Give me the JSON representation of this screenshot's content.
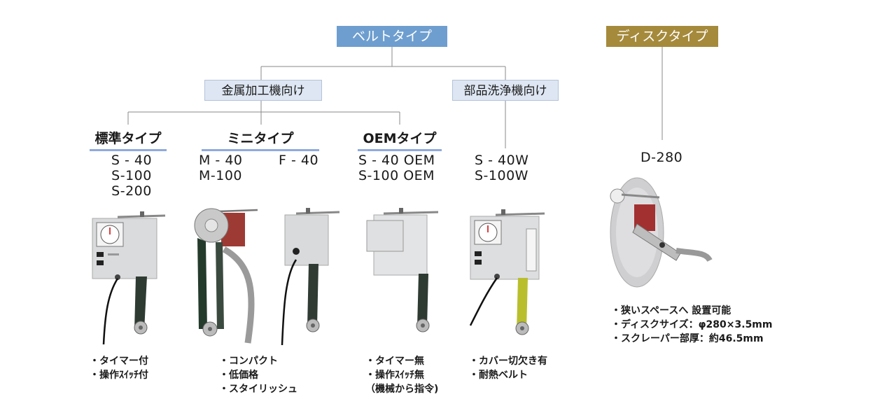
{
  "categories": {
    "belt": "ベルトタイプ",
    "disk": "ディスクタイプ"
  },
  "subcategories": {
    "metal": "金属加工機向け",
    "wash": "部品洗浄機向け"
  },
  "types": {
    "standard": {
      "title": "標準タイプ",
      "models": [
        "S - 40",
        "S-100",
        "S-200"
      ],
      "features": [
        "・タイマー付",
        "・操作ｽｲｯﾁ付"
      ]
    },
    "mini": {
      "title": "ミニタイプ",
      "models": [
        "M - 40",
        "M-100",
        "F - 40"
      ],
      "features": [
        "・コンパクト",
        "・低価格",
        "・スタイリッシュ"
      ]
    },
    "oem": {
      "title": "OEMタイプ",
      "models": [
        "S - 40 OEM",
        "S-100 OEM"
      ],
      "features": [
        "・タイマー無",
        "・操作ｽｲｯﾁ無",
        "（機械から指令)"
      ]
    },
    "wash": {
      "models": [
        "S - 40W",
        "S-100W"
      ],
      "features": [
        "・カバー切欠き有",
        "・耐熱ベルト"
      ]
    },
    "disk": {
      "models": [
        "D-280"
      ],
      "features": [
        "・狭いスペースへ 設置可能",
        "・ディスクサイズ：φ280×3.5mm",
        "・スクレーパー部厚：約46.5mm"
      ]
    }
  },
  "colors": {
    "belt_header": "#6e9ecf",
    "disk_header": "#a58a3c",
    "sub_header_bg": "#dde6f2",
    "type_underline": "#8faadc",
    "connector": "#8a8a8a"
  }
}
